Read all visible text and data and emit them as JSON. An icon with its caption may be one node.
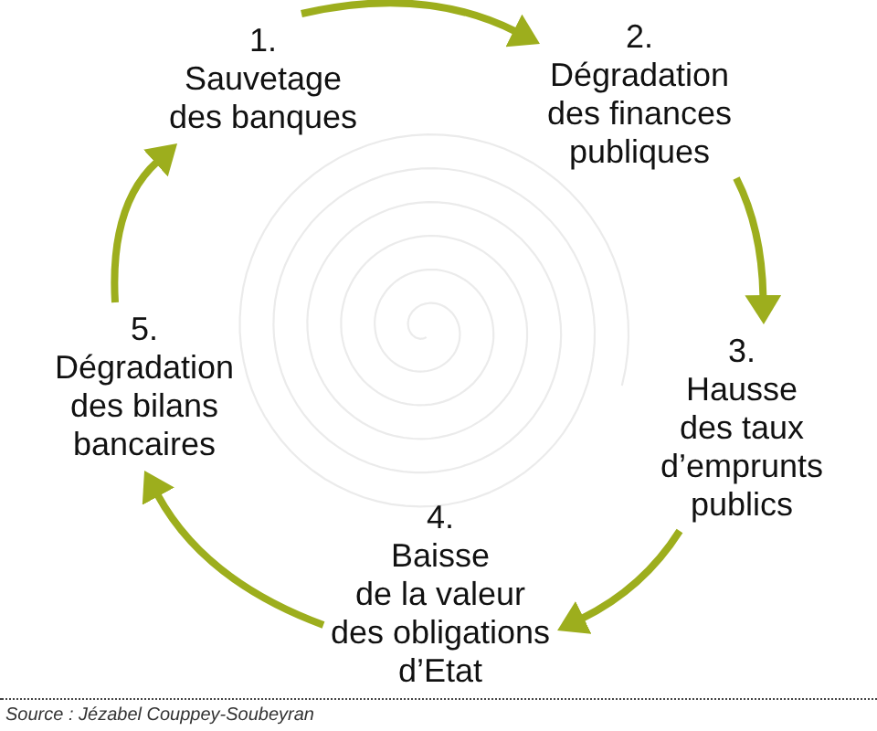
{
  "diagram": {
    "nodes": [
      {
        "text": [
          "1.",
          "Sauvetage des banques"
        ]
      },
      {
        "text": [
          "2.",
          "Dégradation des finances publiques"
        ]
      },
      {
        "text": [
          "3.",
          "Hausse des taux d’emprunts publics"
        ]
      },
      {
        "text": [
          "4.",
          "Baisse de la valeur des obligations d’Etat"
        ]
      },
      {
        "text": [
          "5.",
          "Dégradation des bilans bancaires"
        ]
      }
    ],
    "edges": [
      {
        "from": 0,
        "to": 1,
        "arrow": "to"
      },
      {
        "from": 1,
        "to": 2,
        "arrow": "to"
      },
      {
        "from": 2,
        "to": 3,
        "arrow": "to"
      },
      {
        "from": 3,
        "to": 4,
        "arrow": "to"
      },
      {
        "from": 4,
        "to": 0,
        "arrow": "to"
      }
    ],
    "caption": "Source : Jézabel Couppey-Soubeyran"
  }
}
